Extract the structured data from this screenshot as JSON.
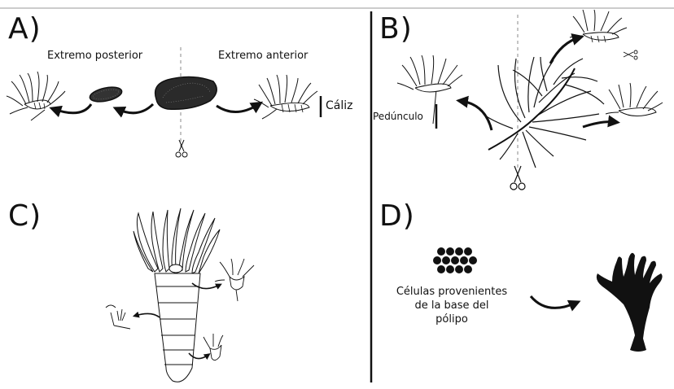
{
  "panels": {
    "a": {
      "letter": "A)",
      "posterior_label": "Extremo posterior",
      "anterior_label": "Extremo anterior",
      "calyx_label": "Cáliz"
    },
    "b": {
      "letter": "B)",
      "peduncle_label": "Pedúnculo"
    },
    "c": {
      "letter": "C)"
    },
    "d": {
      "letter": "D)",
      "cells_caption_line1": "Células provenientes",
      "cells_caption_line2": "de la base del",
      "cells_caption_line3": "pólipo"
    }
  },
  "colors": {
    "ink": "#111111",
    "divider": "#9a9a9a",
    "background": "#ffffff"
  },
  "icons": [
    "scissors-icon",
    "curved-arrow-icon",
    "polyp-illustration",
    "cell-cluster-icon"
  ]
}
